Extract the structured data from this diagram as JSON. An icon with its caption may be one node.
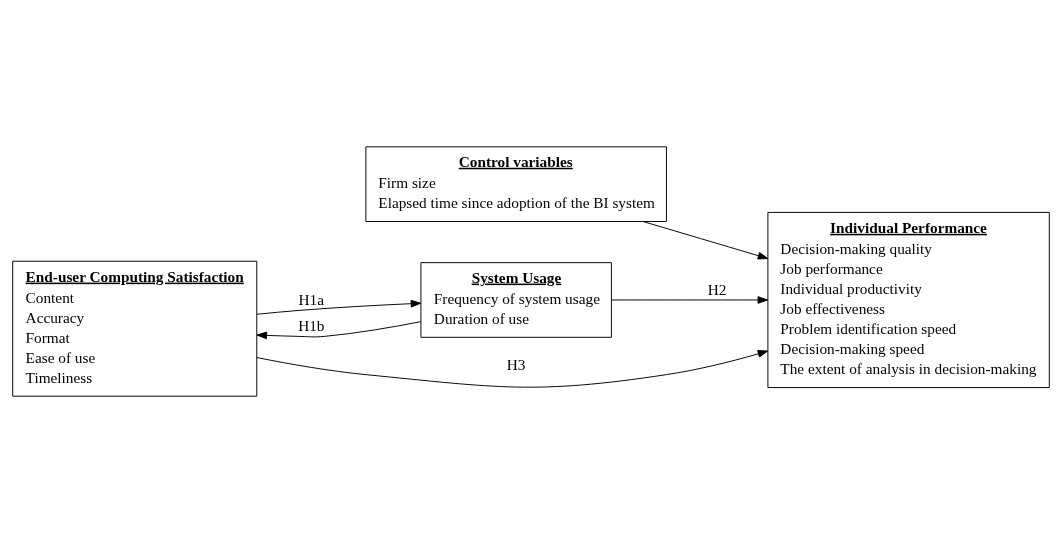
{
  "diagram": {
    "nodes": [
      {
        "text": [
          "System Usage",
          "Frequency of system usage",
          "Duration of use"
        ]
      },
      {
        "text": [
          "Control variables",
          "Firm size",
          "Elapsed time since adoption of the BI system"
        ]
      },
      {
        "text": [
          "End-user Computing Satisfaction",
          "Content",
          "Accuracy",
          "Format",
          "Ease of use",
          "Timeliness"
        ]
      },
      {
        "text": [
          "Individual Performance",
          "Decision-making quality",
          "Job performance",
          "Individual productivity",
          "Job effectiveness",
          "Problem identification speed",
          "Decision-making speed",
          "The extent of analysis in decision-making"
        ]
      }
    ],
    "edges": [
      {
        "from": 2,
        "to": 0,
        "arrow": "to",
        "label": "H1a"
      },
      {
        "from": 0,
        "to": 2,
        "arrow": "to",
        "label": "H1b"
      },
      {
        "from": 0,
        "to": 3,
        "arrow": "to",
        "label": "H2"
      },
      {
        "from": 1,
        "to": 3,
        "arrow": "to"
      },
      {
        "from": 2,
        "to": 3,
        "arrow": "to",
        "label": "H3"
      }
    ]
  }
}
